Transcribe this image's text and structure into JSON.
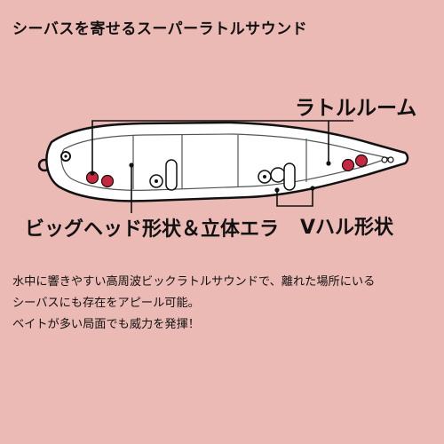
{
  "headline": "シーバスを寄せるスーパーラトルサウンド",
  "callouts": {
    "rattle_room": "ラトルルーム",
    "big_head": "ビッグヘッド形状＆立体エラ",
    "v_hull": "Vハル形状"
  },
  "description": {
    "line1": "水中に響きやすい高周波ビックラトルサウンドで、離れた場所にいる",
    "line2": "シーバスにも存在をアピール可能。",
    "line3": "ベイトが多い局面でも威力を発揮！"
  },
  "colors": {
    "background": "#ecbab5",
    "rattle_ball": "#c8283f",
    "line": "#111111"
  }
}
